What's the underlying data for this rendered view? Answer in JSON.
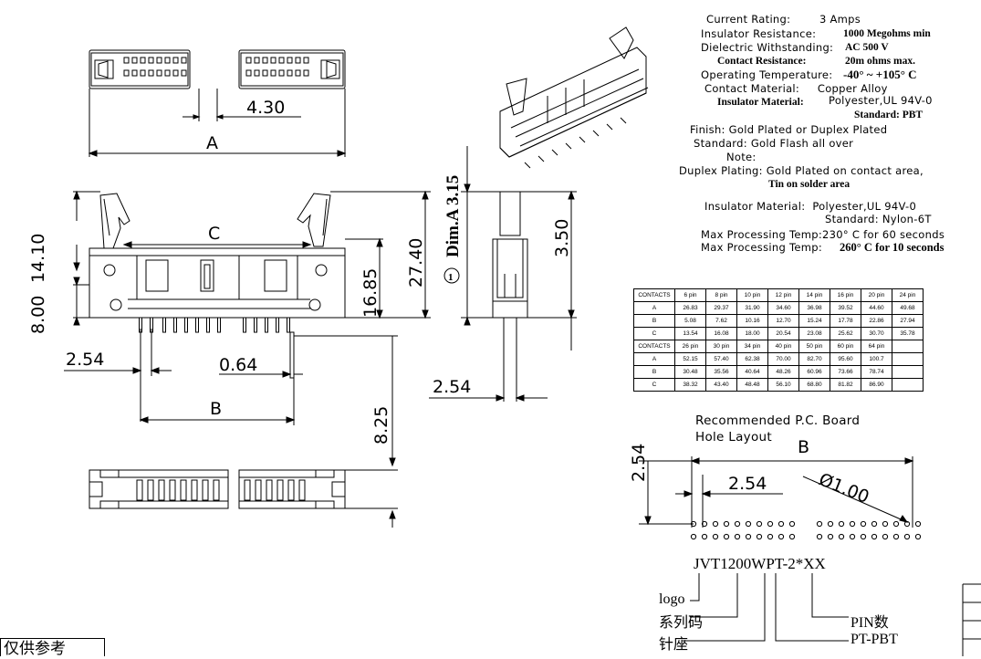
{
  "dims": {
    "a": "A",
    "b": "B",
    "c": "C",
    "d430": "4.30",
    "d1410": "14.10",
    "d800": "8.00",
    "d2740": "27.40",
    "d1685": "16.85",
    "d254_left": "2.54",
    "d064": "0.64",
    "d825": "8.25",
    "dim_a": "Dim.A 3.15",
    "circle_1": "1",
    "d350": "3.50",
    "d254_side": "2.54",
    "d254_pcb_v": "2.54",
    "d254_pcb_h": "2.54",
    "pcb_b": "B",
    "hole_dia": "Ø1.00"
  },
  "specs": {
    "current_rating": "Current Rating:        3 Amps",
    "insulator_resistance_label": "Insulator Resistance:",
    "insulator_resistance_value": "1000 Megohms min",
    "dielectric_label": "Dielectric Withstanding:",
    "dielectric_value": "AC 500 V",
    "contact_resistance_label": "Contact Resistance:",
    "contact_resistance_value": "20m ohms max.",
    "operating_temp_label": "Operating Temperature:",
    "operating_temp_value": "-40° ~ +105° C",
    "contact_material": "Contact Material:     Copper Alloy",
    "insulator_material_label": "Insulator Material:",
    "insulator_material_value": "Polyester,UL 94V-0",
    "standard_pbt": "Standard: PBT",
    "finish": "Finish: Gold Plated or Duplex Plated",
    "standard_gold": "Standard: Gold Flash all over",
    "note": "Note:",
    "duplex": "Duplex Plating: Gold Plated on contact area,",
    "tin": "Tin on solder area",
    "insulator_material2": "Insulator Material:  Polyester,UL 94V-0",
    "standard_nylon": "Standard: Nylon-6T",
    "max_temp1": "Max Processing Temp:230° C for 60 seconds",
    "max_temp2_label": "Max Processing Temp:",
    "max_temp2_value": "260° C for 10 seconds"
  },
  "table": {
    "header_label": "CONTACTS",
    "rows_top": [
      {
        "label": "CONTACTS",
        "cells": [
          "6 pin",
          "8 pin",
          "10 pin",
          "12 pin",
          "14 pin",
          "16 pin",
          "20 pin",
          "24 pin"
        ]
      },
      {
        "label": "A",
        "cells": [
          "26.83",
          "29.37",
          "31.90",
          "34.60",
          "36.98",
          "39.52",
          "44.60",
          "49.68"
        ]
      },
      {
        "label": "B",
        "cells": [
          "5.08",
          "7.62",
          "10.16",
          "12.70",
          "15.24",
          "17.78",
          "22.86",
          "27.94"
        ]
      },
      {
        "label": "C",
        "cells": [
          "13.54",
          "16.08",
          "18.00",
          "20.54",
          "23.08",
          "25.62",
          "30.70",
          "35.78"
        ]
      }
    ],
    "rows_bottom": [
      {
        "label": "CONTACTS",
        "cells": [
          "26 pin",
          "30 pin",
          "34 pin",
          "40 pin",
          "50 pin",
          "60 pin",
          "64 pin",
          ""
        ]
      },
      {
        "label": "A",
        "cells": [
          "52.15",
          "57.40",
          "62.38",
          "70.00",
          "82.70",
          "95.60",
          "100.7",
          ""
        ]
      },
      {
        "label": "B",
        "cells": [
          "30.48",
          "35.56",
          "40.64",
          "48.26",
          "60.96",
          "73.66",
          "78.74",
          ""
        ]
      },
      {
        "label": "C",
        "cells": [
          "38.32",
          "43.40",
          "48.48",
          "56.10",
          "68.80",
          "81.82",
          "86.90",
          ""
        ]
      }
    ]
  },
  "pcb": {
    "title1": "Recommended P.C. Board",
    "title2": "Hole Layout"
  },
  "part_number": {
    "code": "JVT1200WPT-2*XX",
    "logo": "logo",
    "series": "系列码",
    "header": "针座",
    "pin_count": "PIN数",
    "material": "PT-PBT"
  },
  "reference_note": "仅供参考"
}
